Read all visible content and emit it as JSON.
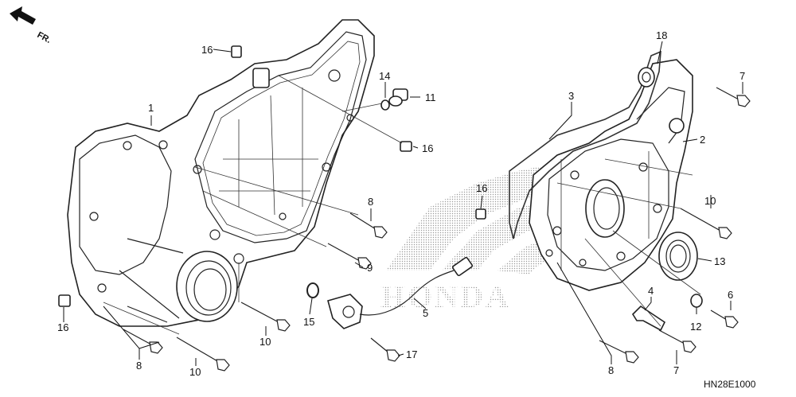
{
  "orientation": {
    "arrow_label": "FR."
  },
  "watermark": {
    "brand": "HONDA"
  },
  "diagram_code": "HN28E1000",
  "callouts": [
    {
      "id": "c1",
      "text": "1"
    },
    {
      "id": "c2",
      "text": "2"
    },
    {
      "id": "c3",
      "text": "3"
    },
    {
      "id": "c4",
      "text": "4"
    },
    {
      "id": "c5",
      "text": "5"
    },
    {
      "id": "c6",
      "text": "6"
    },
    {
      "id": "c7a",
      "text": "7"
    },
    {
      "id": "c7b",
      "text": "7"
    },
    {
      "id": "c8a",
      "text": "8"
    },
    {
      "id": "c8b",
      "text": "8"
    },
    {
      "id": "c8c",
      "text": "8"
    },
    {
      "id": "c9",
      "text": "9"
    },
    {
      "id": "c10a",
      "text": "10"
    },
    {
      "id": "c10b",
      "text": "10"
    },
    {
      "id": "c10c",
      "text": "10"
    },
    {
      "id": "c11",
      "text": "11"
    },
    {
      "id": "c12",
      "text": "12"
    },
    {
      "id": "c13",
      "text": "13"
    },
    {
      "id": "c14",
      "text": "14"
    },
    {
      "id": "c15",
      "text": "15"
    },
    {
      "id": "c16a",
      "text": "16"
    },
    {
      "id": "c16b",
      "text": "16"
    },
    {
      "id": "c16c",
      "text": "16"
    },
    {
      "id": "c16d",
      "text": "16"
    },
    {
      "id": "c17",
      "text": "17"
    },
    {
      "id": "c18",
      "text": "18"
    }
  ]
}
